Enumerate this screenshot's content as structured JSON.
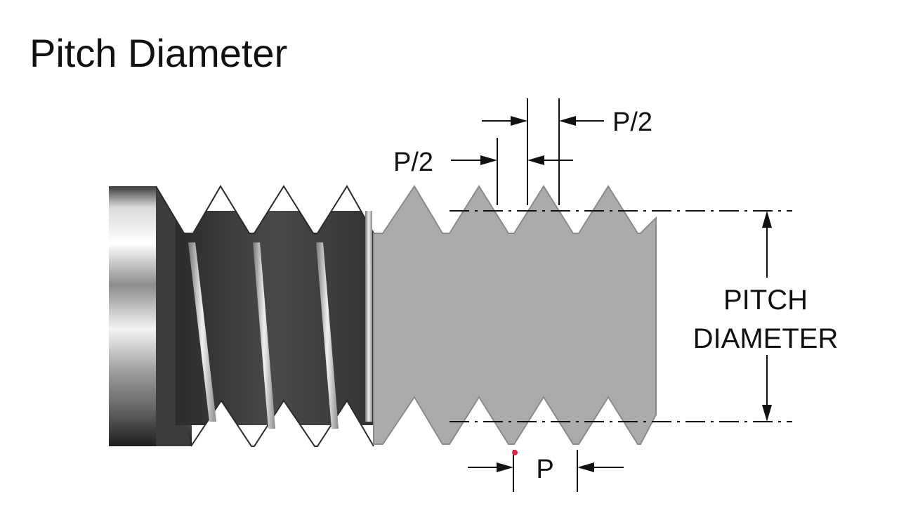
{
  "title": "Pitch Diameter",
  "diagram": {
    "labels": {
      "half_pitch_upper": "P/2",
      "half_pitch_lower": "P/2",
      "pitch": "P",
      "pitch_diameter_line1": "PITCH",
      "pitch_diameter_line2": "DIAMETER"
    },
    "colors": {
      "section_fill": "#ababab",
      "section_stroke": "#8a8a8a",
      "shank_light": "#f2f2f2",
      "shank_dark": "#2a2a2a",
      "thread_flank_dark": "#3a3a3a",
      "thread_highlight": "#e6e6e6",
      "annotation": "#111111",
      "pointer_dot": "#e0284c"
    },
    "icons": {
      "pointer": "red-dot-marker"
    }
  }
}
